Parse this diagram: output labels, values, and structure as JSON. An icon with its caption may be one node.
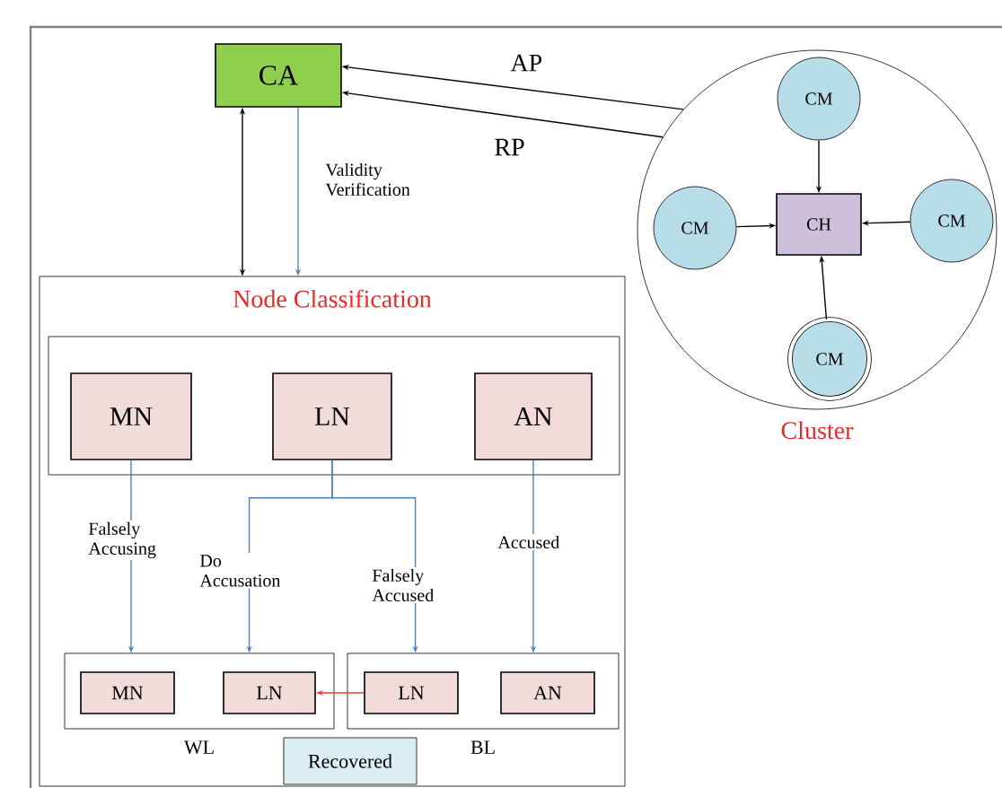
{
  "diagram": {
    "nodes": [
      {
        "text": [
          "CA"
        ]
      },
      {
        "text": [
          "Cluster"
        ]
      },
      {
        "text": [
          "CM"
        ],
        "in": 1
      },
      {
        "text": [
          "CM"
        ],
        "in": 1
      },
      {
        "text": [
          "CH"
        ],
        "in": 1
      },
      {
        "text": [
          "CM"
        ],
        "in": 1
      },
      {
        "text": [
          "CM"
        ],
        "in": 1
      },
      {
        "text": [
          "Node Classification"
        ]
      },
      {
        "text": [],
        "shape": "box",
        "in": 7
      },
      {
        "text": [
          "MN"
        ],
        "in": 8
      },
      {
        "text": [
          "LN"
        ],
        "in": 8
      },
      {
        "text": [
          "AN"
        ],
        "in": 8
      },
      {
        "text": [
          "WL"
        ],
        "in": 7
      },
      {
        "text": [
          "MN"
        ],
        "in": 12
      },
      {
        "text": [
          "LN"
        ],
        "in": 12
      },
      {
        "text": [
          "BL"
        ],
        "in": 7
      },
      {
        "text": [
          "LN"
        ],
        "in": 15
      },
      {
        "text": [
          "AN"
        ],
        "in": 15
      },
      {
        "text": [
          "Recovered"
        ],
        "in": 7
      }
    ],
    "edges": [
      {
        "from": 0,
        "to": 7,
        "arrow": "both"
      },
      {
        "from": 0,
        "to": 7,
        "arrow": "to",
        "label": "Validity Verification",
        "color": "#4f81bd"
      },
      {
        "from": 1,
        "to": 0,
        "arrow": "to",
        "label": "AP"
      },
      {
        "from": 1,
        "to": 0,
        "arrow": "to",
        "label": "RP"
      },
      {
        "from": 2,
        "to": 4,
        "arrow": "to"
      },
      {
        "from": 3,
        "to": 4,
        "arrow": "to"
      },
      {
        "from": 5,
        "to": 4,
        "arrow": "to"
      },
      {
        "from": 6,
        "to": 4,
        "arrow": "to"
      },
      {
        "from": 9,
        "to": 12,
        "arrow": "to",
        "label": "Falsely Accusing",
        "color": "#4f81bd"
      },
      {
        "from": 10,
        "to": 12,
        "arrow": "to",
        "label": "Do Accusation",
        "color": "#4f81bd"
      },
      {
        "from": 10,
        "to": 15,
        "arrow": "to",
        "label": "Falsely Accused",
        "color": "#4f81bd"
      },
      {
        "from": 11,
        "to": 15,
        "arrow": "to",
        "label": "Accused",
        "color": "#4f81bd"
      },
      {
        "from": 16,
        "to": 14,
        "arrow": "to",
        "color": "#e0403a"
      }
    ]
  }
}
